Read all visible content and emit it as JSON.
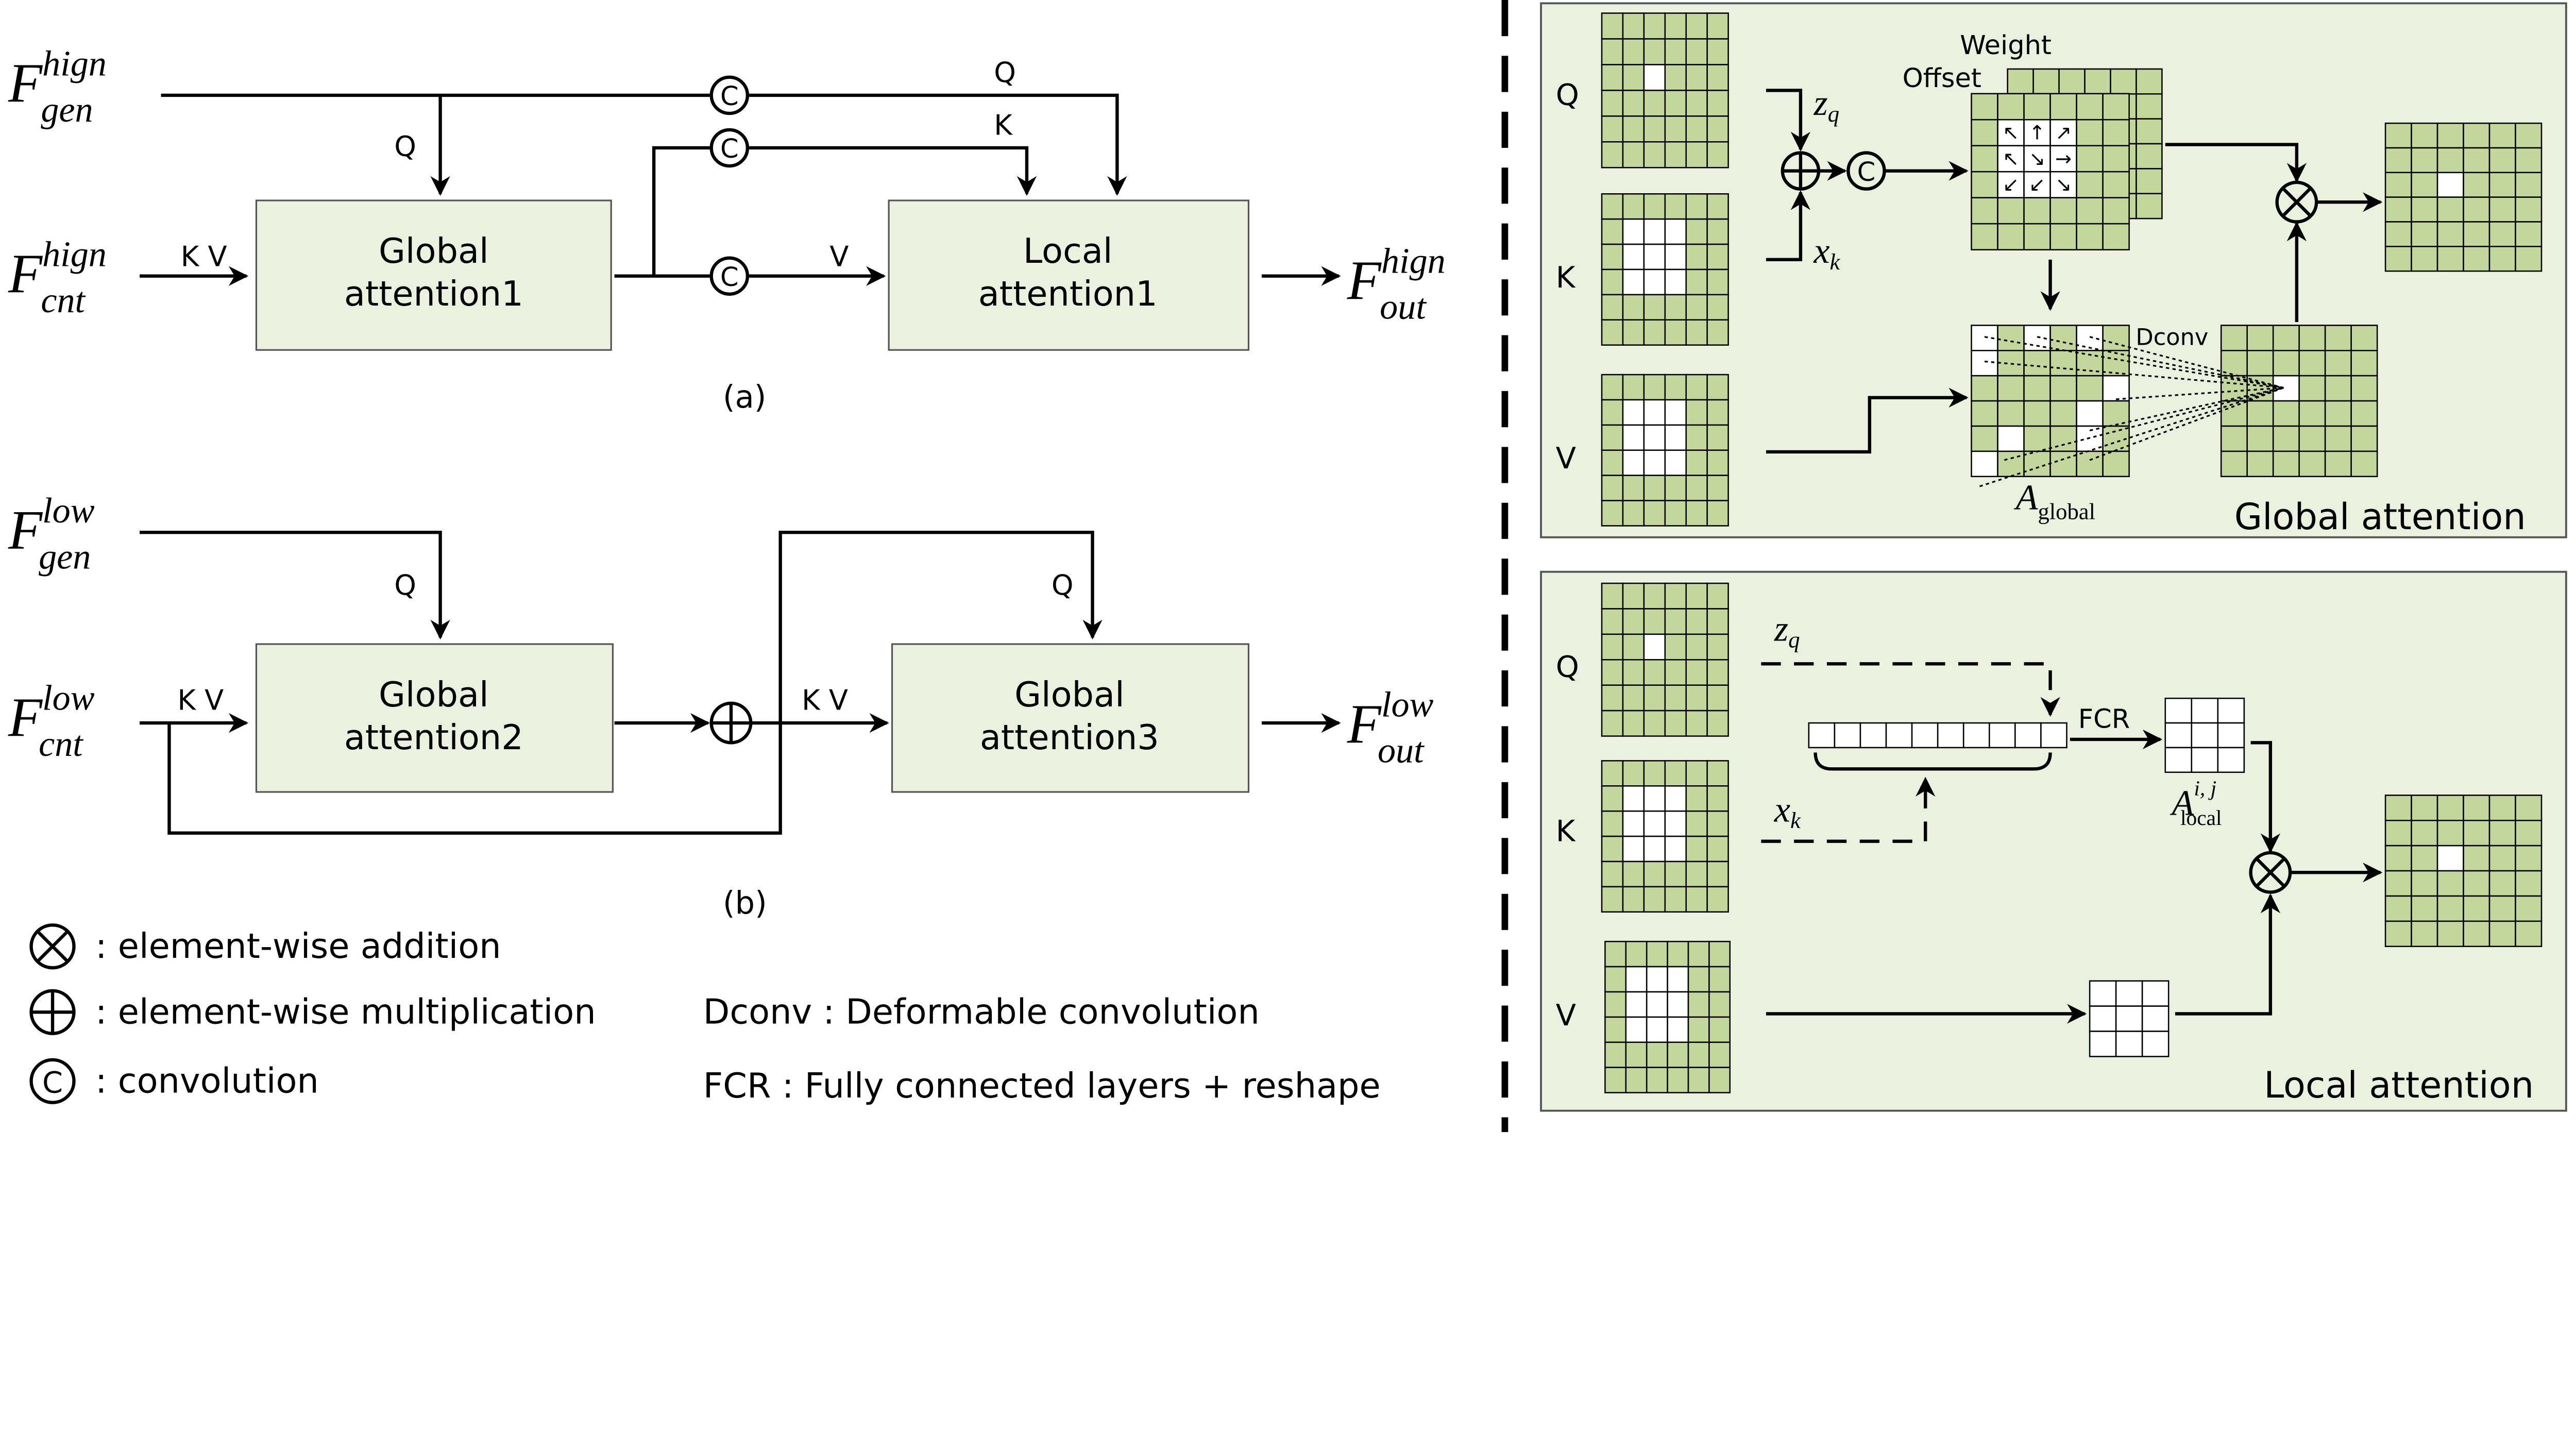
{
  "colors": {
    "panel": "#ebf1de",
    "cell": "#c3d69b",
    "line": "#000000"
  },
  "part_a": {
    "f_gen": {
      "base": "F",
      "sup": "hign",
      "sub": "gen"
    },
    "f_cnt": {
      "base": "F",
      "sup": "hign",
      "sub": "cnt"
    },
    "f_out": {
      "base": "F",
      "sup": "hign",
      "sub": "out"
    },
    "box1": [
      "Global",
      "attention1"
    ],
    "box2": [
      "Local",
      "attention1"
    ],
    "q_label": "Q",
    "q2_label": "Q",
    "k_label": "K",
    "v_label": "V",
    "kv_label": "K V",
    "conv_symbol": "C",
    "caption": "(a)"
  },
  "part_b": {
    "f_gen": {
      "base": "F",
      "sup": "low",
      "sub": "gen"
    },
    "f_cnt": {
      "base": "F",
      "sup": "low",
      "sub": "cnt"
    },
    "f_out": {
      "base": "F",
      "sup": "low",
      "sub": "out"
    },
    "box1": [
      "Global",
      "attention2"
    ],
    "box2": [
      "Global",
      "attention3"
    ],
    "q_label": "Q",
    "q2_label": "Q",
    "kv_label": "K V",
    "kv2_label": "K V",
    "caption": "(b)"
  },
  "legend": [
    {
      "icon": "circle-times-icon",
      "text": ": element-wise addition"
    },
    {
      "icon": "circle-plus-icon",
      "text": ": element-wise multiplication"
    },
    {
      "icon": "circle-c-icon",
      "symbol": "C",
      "text": ": convolution"
    }
  ],
  "notes": [
    "Dconv : Deformable convolution",
    "FCR : Fully connected layers + reshape"
  ],
  "global_panel": {
    "title": "Global attention",
    "q": "Q",
    "k": "K",
    "v": "V",
    "zq": {
      "base": "z",
      "sub": "q"
    },
    "xk": {
      "base": "x",
      "sub": "k"
    },
    "weight": "Weight",
    "offset": "Offset",
    "dconv": "Dconv",
    "a_global": {
      "base": "A",
      "sub": "global"
    },
    "offset_arrows": [
      "↖",
      "↑",
      "↗",
      "↖",
      "↘",
      "→",
      "↙",
      "↙",
      "↘"
    ]
  },
  "local_panel": {
    "title": "Local attention",
    "q": "Q",
    "k": "K",
    "v": "V",
    "zq": {
      "base": "z",
      "sub": "q"
    },
    "xk": {
      "base": "x",
      "sub": "k"
    },
    "fcr": "FCR",
    "a_local": {
      "base": "A",
      "sup": "i, j",
      "sub": "local"
    }
  }
}
